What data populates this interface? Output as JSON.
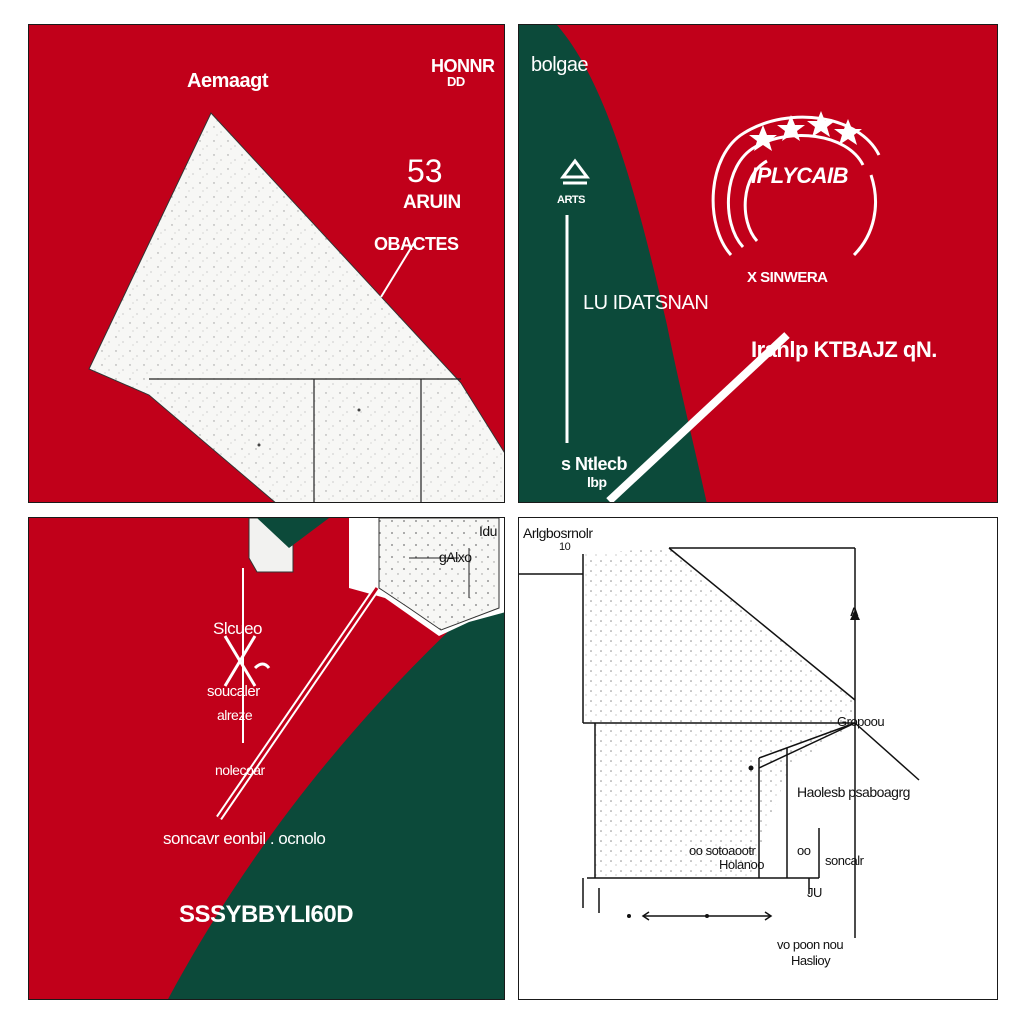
{
  "colors": {
    "red": "#c1001a",
    "green": "#0c4a3a",
    "paper": "#f7f7f5",
    "ink": "#111111",
    "white": "#ffffff"
  },
  "panel1": {
    "top_left_text": "Aemaagt",
    "top_right_text_1": "HONNR",
    "top_right_text_2": "DD",
    "number_text": "53",
    "number_caption": "ARUIN",
    "pointer_label": "OBACTES"
  },
  "panel2": {
    "top_left_text": "bolgae",
    "arrow_caption": "ARTS",
    "vertical_label": "LU IDATSNAN",
    "bottom_left_text_1": "s Ntlecb",
    "bottom_left_text_2": "lbp",
    "seal_text": "IPLYCAIB",
    "seal_bottom_text": "X SINWERA",
    "right_label": "Iranlp KTBAJZ qN.",
    "arrow_icon": "up-arrow-icon",
    "seal_icon": "star-seal-icon"
  },
  "panel3": {
    "top_right_text_1": "Idu",
    "top_right_text_2": "gAlxo",
    "left_text_1": "Slcueo",
    "left_text_2": "soucaler",
    "left_text_3": "alreze",
    "mid_text": "nolecoar",
    "bottom_text": "soncavr eonbil . ocnolo",
    "big_text": "SSSYBBYLI60D",
    "cross_icon": "crossed-tools-icon"
  },
  "panel4": {
    "top_text_1": "Arlgbosrnolr",
    "top_text_2": "10",
    "right_label_top": "Gropoou",
    "mid_label": "Haolesb psaboagrg",
    "lower_left_1": "oo sotoaootr",
    "lower_left_2": "Holanoo",
    "lower_right_1": "oo",
    "lower_right_2": "soncalr",
    "small_label": "JU",
    "bottom_text_1": "vo poon nou",
    "bottom_text_2": "Haslioy",
    "arrow_top_label": "A"
  }
}
